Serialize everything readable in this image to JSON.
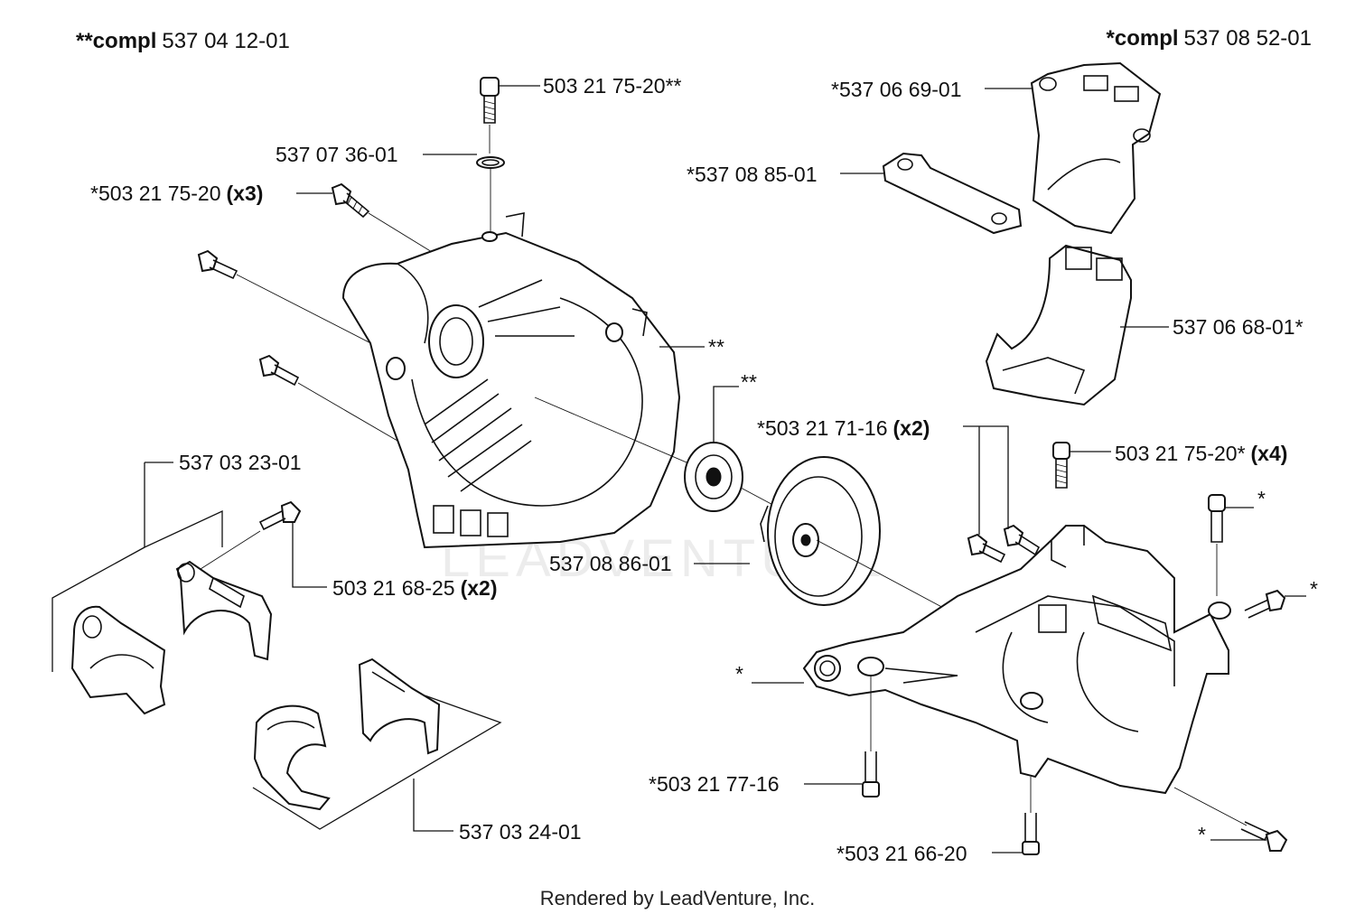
{
  "header": {
    "left_prefix": "**compl",
    "left_number": "537 04 12-01",
    "right_prefix": "*compl",
    "right_number": "537 08 52-01"
  },
  "callouts": {
    "screw_top": "503 21 75-20**",
    "circlip": "537 07 36-01",
    "screw_x3_number": "*503 21 75-20",
    "screw_x3_qty": "(x3)",
    "bearing_marker": "**",
    "housing_marker": "**",
    "cover_top": "*537 06 69-01",
    "gasket": "*537 08 85-01",
    "cover_bottom": "537 06 68-01*",
    "screw_x2_number": "*503 21 71-16",
    "screw_x2_qty": "(x2)",
    "screw_x4_number": "503 21 75-20*",
    "screw_x4_qty": "(x4)",
    "star_right_1": "*",
    "star_right_2": "*",
    "crankcase_left_marker": "*",
    "bottom_right_marker": "*",
    "clamp_upper": "537 03 23-01",
    "screw_68_number": "503 21 68-25",
    "screw_68_qty": "(x2)",
    "seal_plate": "537 08 86-01",
    "screw_77": "*503 21 77-16",
    "screw_66": "*503 21 66-20",
    "clamp_lower": "537 03 24-01"
  },
  "watermark": "LEADVENTURE",
  "footer": "Rendered by LeadVenture, Inc."
}
